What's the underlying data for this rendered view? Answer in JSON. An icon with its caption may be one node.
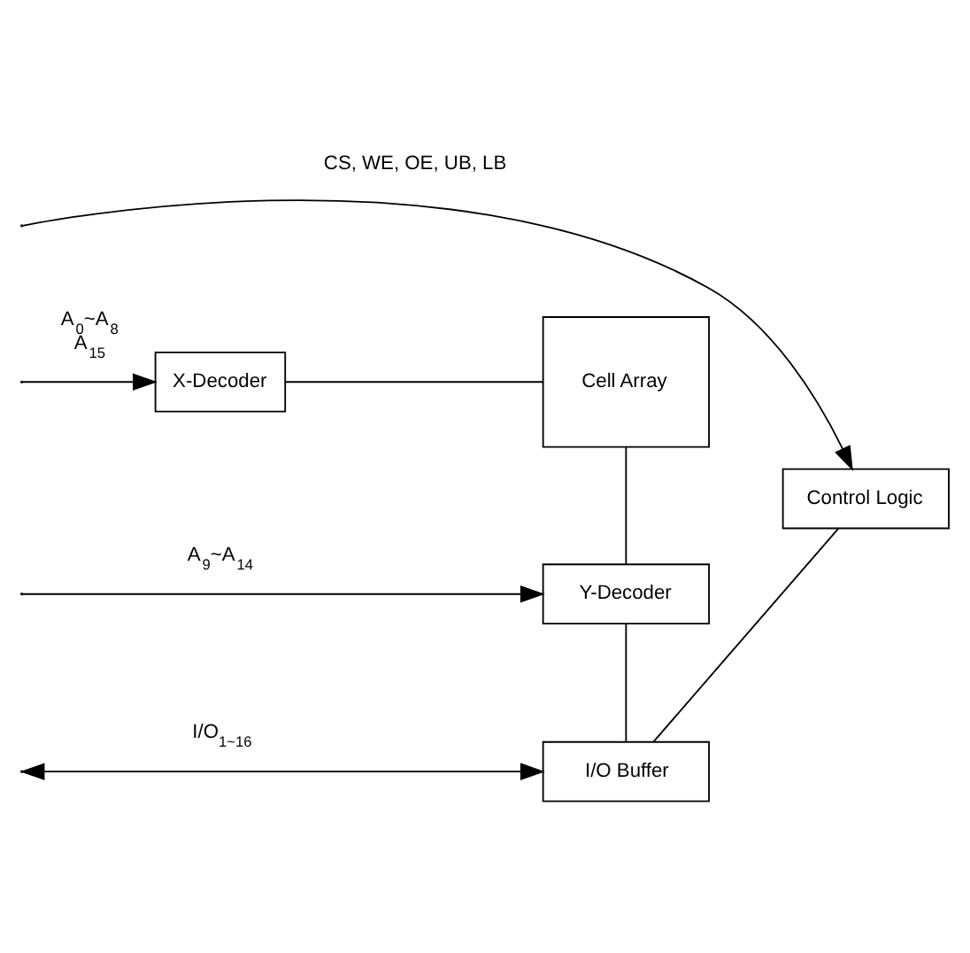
{
  "diagram": {
    "nodes": [
      {
        "text": [
          "X-Decoder"
        ]
      },
      {
        "text": [
          "Cell Array"
        ]
      },
      {
        "text": [
          "Y-Decoder"
        ]
      },
      {
        "text": [
          "I/O Buffer"
        ]
      },
      {
        "text": [
          "Control Logic"
        ]
      }
    ],
    "edges": [
      {
        "from": null,
        "to": 0,
        "arrow": "to",
        "label": "A$_{0}$~A$_{8}$ A$_{15}$"
      },
      {
        "from": 0,
        "to": 1,
        "arrow": "none"
      },
      {
        "from": 1,
        "to": 2,
        "arrow": "none"
      },
      {
        "from": null,
        "to": 2,
        "arrow": "to",
        "label": "A$_{9}$~A$_{14}$"
      },
      {
        "from": 2,
        "to": 3,
        "arrow": "none"
      },
      {
        "from": null,
        "to": 3,
        "arrow": "both",
        "label": "I/O$_{1~16}$"
      },
      {
        "from": 3,
        "to": 4,
        "arrow": "none"
      },
      {
        "from": null,
        "to": 4,
        "arrow": "to",
        "label": "CS, WE, OE, UB, LB"
      }
    ]
  }
}
